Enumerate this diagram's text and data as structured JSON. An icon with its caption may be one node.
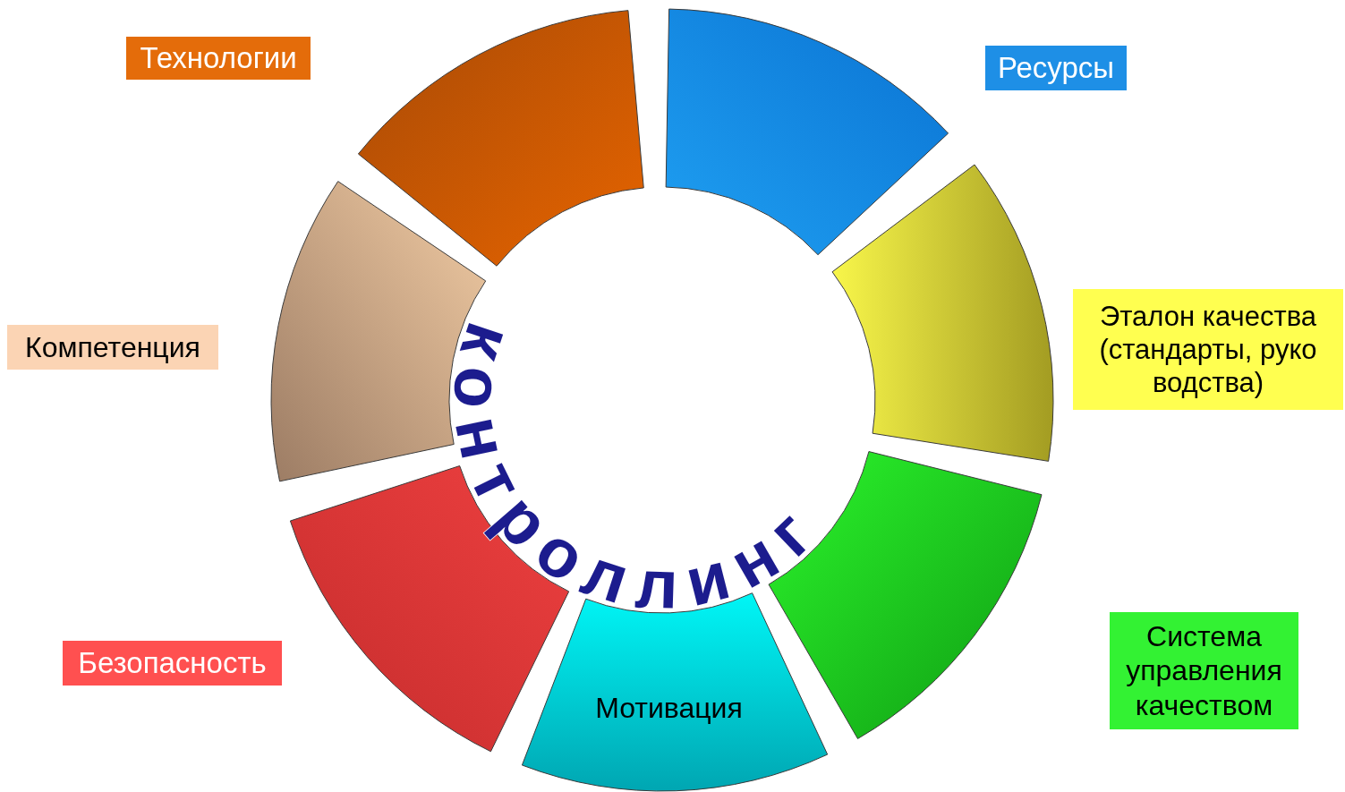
{
  "diagram": {
    "nodes": [
      {
        "text": [],
        "shape": "segment"
      },
      {
        "text": [],
        "shape": "segment"
      },
      {
        "text": [],
        "shape": "segment"
      },
      {
        "text": [
          "Мотивация"
        ]
      },
      {
        "text": [],
        "shape": "segment"
      },
      {
        "text": [],
        "shape": "segment"
      },
      {
        "text": [],
        "shape": "segment"
      },
      {
        "text": [
          "Технологии"
        ]
      },
      {
        "text": [
          "Ресурсы"
        ]
      },
      {
        "text": [
          "Компетенция"
        ]
      },
      {
        "text": [
          "Эталон качества (стандарты, руко водства)"
        ]
      },
      {
        "text": [
          "Система управления качеством"
        ]
      },
      {
        "text": [
          "Безопасность"
        ]
      }
    ],
    "edges": [],
    "labels": [
      "контроллинг"
    ]
  }
}
